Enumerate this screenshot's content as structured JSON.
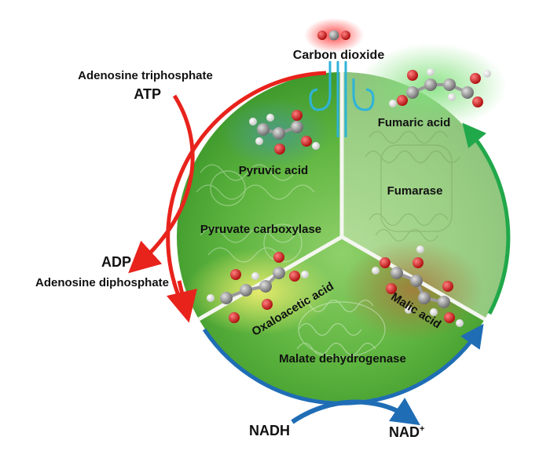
{
  "labels": {
    "co2": "Carbon dioxide",
    "atp_full": "Adenosine triphosphate",
    "atp": "ATP",
    "adp": "ADP",
    "adp_full": "Adenosine diphosphate",
    "pyruvic": "Pyruvic acid",
    "pyruvate_carboxylase": "Pyruvate carboxylase",
    "fumaric": "Fumaric acid",
    "fumarase": "Fumarase",
    "oxaloacetic": "Oxaloacetic acid",
    "malic": "Malic acid",
    "malate_dh": "Malate dehydrogenase",
    "nadh": "NADH",
    "nad_base": "NAD",
    "nad_sup": "+"
  },
  "colors": {
    "atp_arrow": "#e8231c",
    "green_arrow": "#20a84a",
    "blue_arrow": "#1f6db5",
    "co2_tube": "#2fb3d9",
    "carbon_atom": "#8c8c8c",
    "oxygen_atom": "#d42020",
    "hydrogen_atom": "#f2f2f2"
  }
}
